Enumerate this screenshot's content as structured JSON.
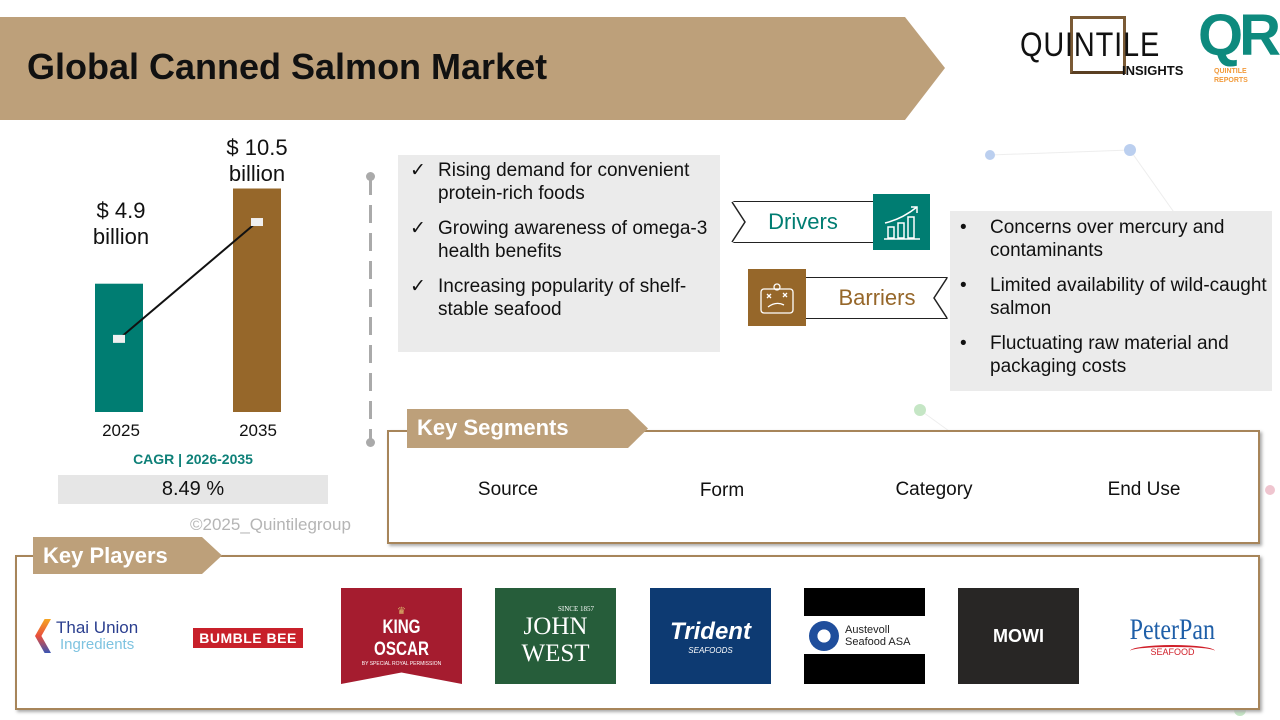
{
  "header": {
    "title": "Global Canned Salmon Market"
  },
  "logo": {
    "brand": "QUINTILE",
    "sub": "INSIGHTS",
    "mark": "QR",
    "mark_sub": "QUINTILE REPORTS"
  },
  "colors": {
    "tan": "#bda07a",
    "teal": "#007d72",
    "brown": "#96672a",
    "panel": "#ebebeb"
  },
  "chart_data": {
    "type": "bar",
    "categories": [
      "2025",
      "2035"
    ],
    "values": [
      4.9,
      10.5
    ],
    "value_labels": [
      "$ 4.9 billion",
      "$ 10.5 billion"
    ],
    "value_label_lines": [
      [
        "$ 4.9",
        "billion"
      ],
      [
        "$ 10.5",
        "billion"
      ]
    ],
    "unit": "billion USD",
    "colors": [
      "#007d72",
      "#96672a"
    ],
    "trend_line": true
  },
  "cagr": {
    "label": "CAGR | 2026-2035",
    "value": "8.49 %"
  },
  "copyright": "©2025_Quintilegroup",
  "drivers": {
    "label": "Drivers",
    "icon": "growth-chart-icon",
    "items": [
      "Rising demand for convenient protein-rich foods",
      "Growing awareness of omega-3 health benefits",
      "Increasing popularity of shelf-stable seafood"
    ]
  },
  "barriers": {
    "label": "Barriers",
    "icon": "strategy-board-icon",
    "items": [
      "Concerns over mercury and contaminants",
      "Limited availability of wild-caught salmon",
      "Fluctuating raw material and packaging costs"
    ]
  },
  "key_segments": {
    "label": "Key Segments",
    "items": [
      "Source",
      "Form",
      "Category",
      "End Use"
    ]
  },
  "key_players": {
    "label": "Key Players",
    "items": [
      {
        "name": "Thai Union",
        "sub": "Ingredients"
      },
      {
        "name": "BUMBLE BEE"
      },
      {
        "name": "KING OSCAR",
        "sub": "BY SPECIAL ROYAL PERMISSION"
      },
      {
        "name": "JOHN WEST",
        "sub": "SINCE 1857"
      },
      {
        "name": "Trident",
        "sub": "SEAFOODS"
      },
      {
        "name": "Austevoll Seafood ASA"
      },
      {
        "name": "MOWI"
      },
      {
        "name": "PeterPan",
        "sub": "SEAFOOD"
      }
    ]
  }
}
